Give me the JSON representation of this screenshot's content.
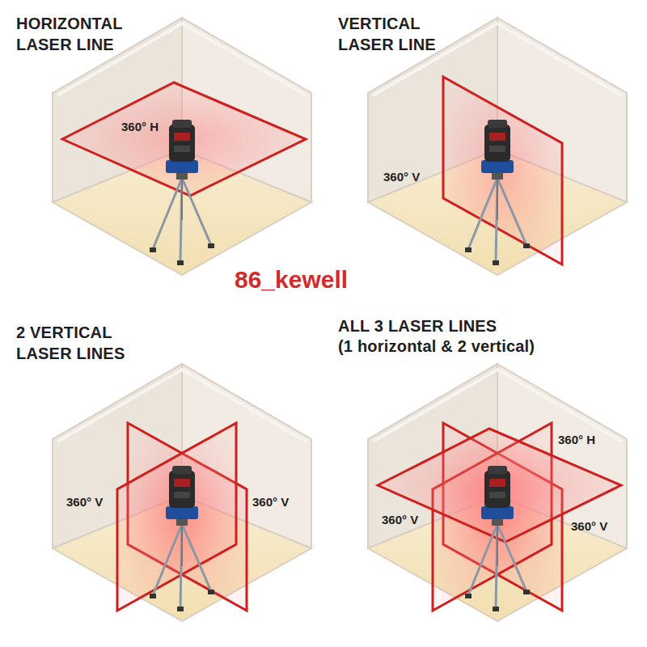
{
  "diagram": {
    "labels": [
      "HORIZONTAL LASER LINE",
      "VERTICAL LASER LINE",
      "360° H",
      "360° V",
      "86_kewell",
      "2 VERTICAL LASER LINES",
      "ALL 3 LASER LINES",
      "(1 horizontal & 2 vertical)",
      "360° V",
      "360° V",
      "360° H",
      "360° V",
      "360° V"
    ]
  }
}
